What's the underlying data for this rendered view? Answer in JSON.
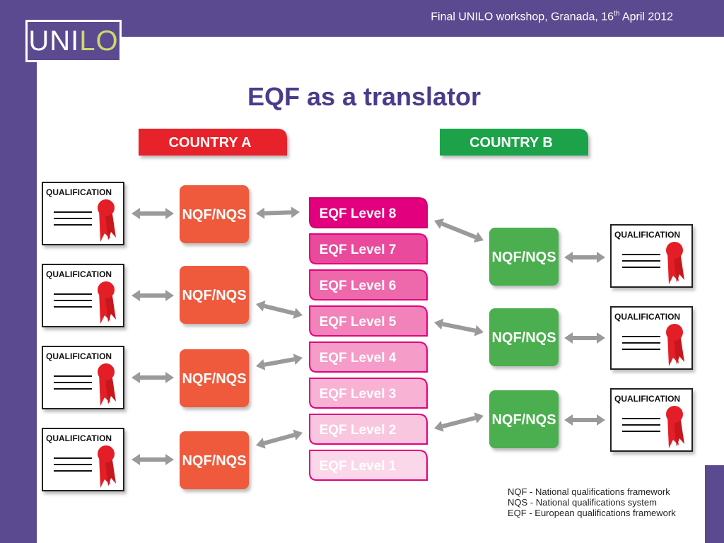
{
  "header": {
    "event_prefix": "Final UNILO workshop, Granada, 16",
    "event_sup": "th",
    "event_suffix": " April 2012"
  },
  "logo": {
    "part1": "UNI",
    "part2": "LO"
  },
  "title": "EQF as a translator",
  "diagram": {
    "country_a": "COUNTRY A",
    "country_b": "COUNTRY B",
    "qualification_label": "QUALIFICATION",
    "nqf_label": "NQF/NQS",
    "eqf_levels": [
      "EQF Level 8",
      "EQF Level 7",
      "EQF Level 6",
      "EQF Level 5",
      "EQF Level 4",
      "EQF Level 3",
      "EQF Level 2",
      "EQF Level 1"
    ],
    "colors": {
      "country_a": "#e8232a",
      "country_b": "#1fa34a",
      "nqf_a": "#ef5a3c",
      "nqf_b": "#4caf50",
      "eqf_levels": [
        "#e3007e",
        "#ea4a9c",
        "#ee69ab",
        "#f283ba",
        "#f59cc8",
        "#f7b2d4",
        "#f9c6df",
        "#fbd8e9"
      ],
      "header_bar": "#5b4a8f"
    }
  },
  "legend": [
    "NQF - National qualifications framework",
    "NQS - National qualifications system",
    "EQF - European qualifications framework"
  ]
}
